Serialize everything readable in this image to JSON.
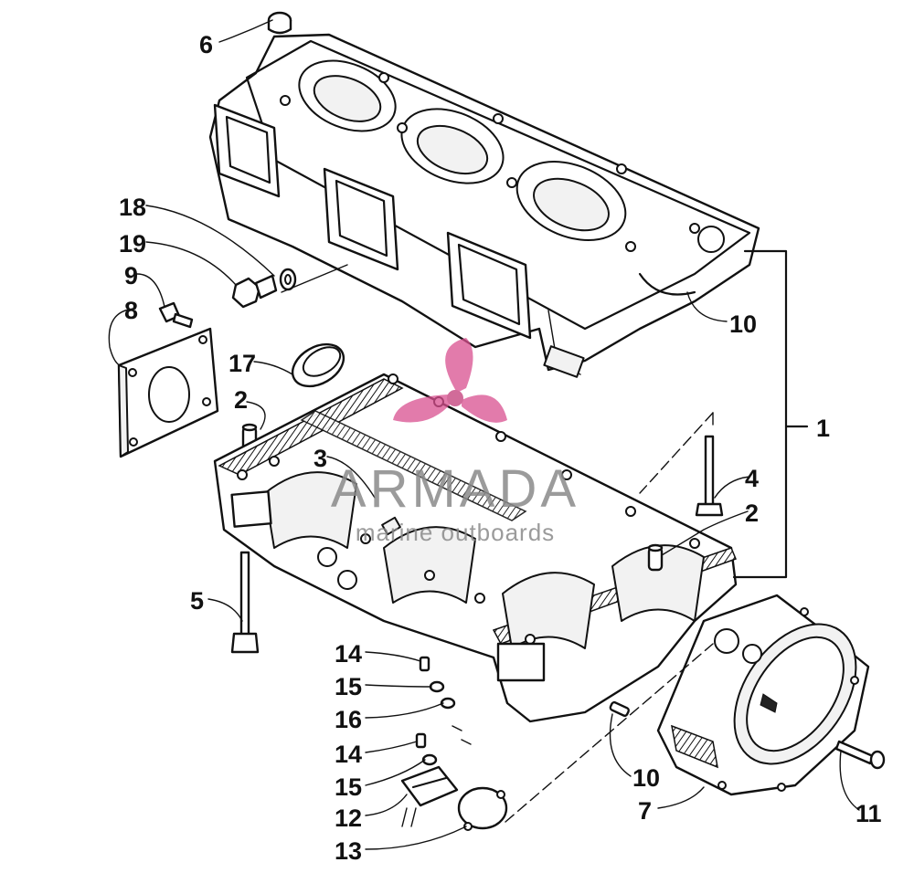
{
  "diagram": {
    "callouts": [
      {
        "id": "c6",
        "label": "6"
      },
      {
        "id": "c18",
        "label": "18"
      },
      {
        "id": "c19",
        "label": "19"
      },
      {
        "id": "c9",
        "label": "9"
      },
      {
        "id": "c8",
        "label": "8"
      },
      {
        "id": "c10a",
        "label": "10"
      },
      {
        "id": "c17",
        "label": "17"
      },
      {
        "id": "c2a",
        "label": "2"
      },
      {
        "id": "c1",
        "label": "1"
      },
      {
        "id": "c3",
        "label": "3"
      },
      {
        "id": "c4",
        "label": "4"
      },
      {
        "id": "c2b",
        "label": "2"
      },
      {
        "id": "c5",
        "label": "5"
      },
      {
        "id": "c14a",
        "label": "14"
      },
      {
        "id": "c15a",
        "label": "15"
      },
      {
        "id": "c16",
        "label": "16"
      },
      {
        "id": "c14b",
        "label": "14"
      },
      {
        "id": "c15b",
        "label": "15"
      },
      {
        "id": "c12",
        "label": "12"
      },
      {
        "id": "c13",
        "label": "13"
      },
      {
        "id": "c10b",
        "label": "10"
      },
      {
        "id": "c7",
        "label": "7"
      },
      {
        "id": "c11",
        "label": "11"
      }
    ]
  },
  "watermark": {
    "brand": "ARMADA",
    "tagline": "marine outboards",
    "accent_color": "#d94f8f"
  }
}
